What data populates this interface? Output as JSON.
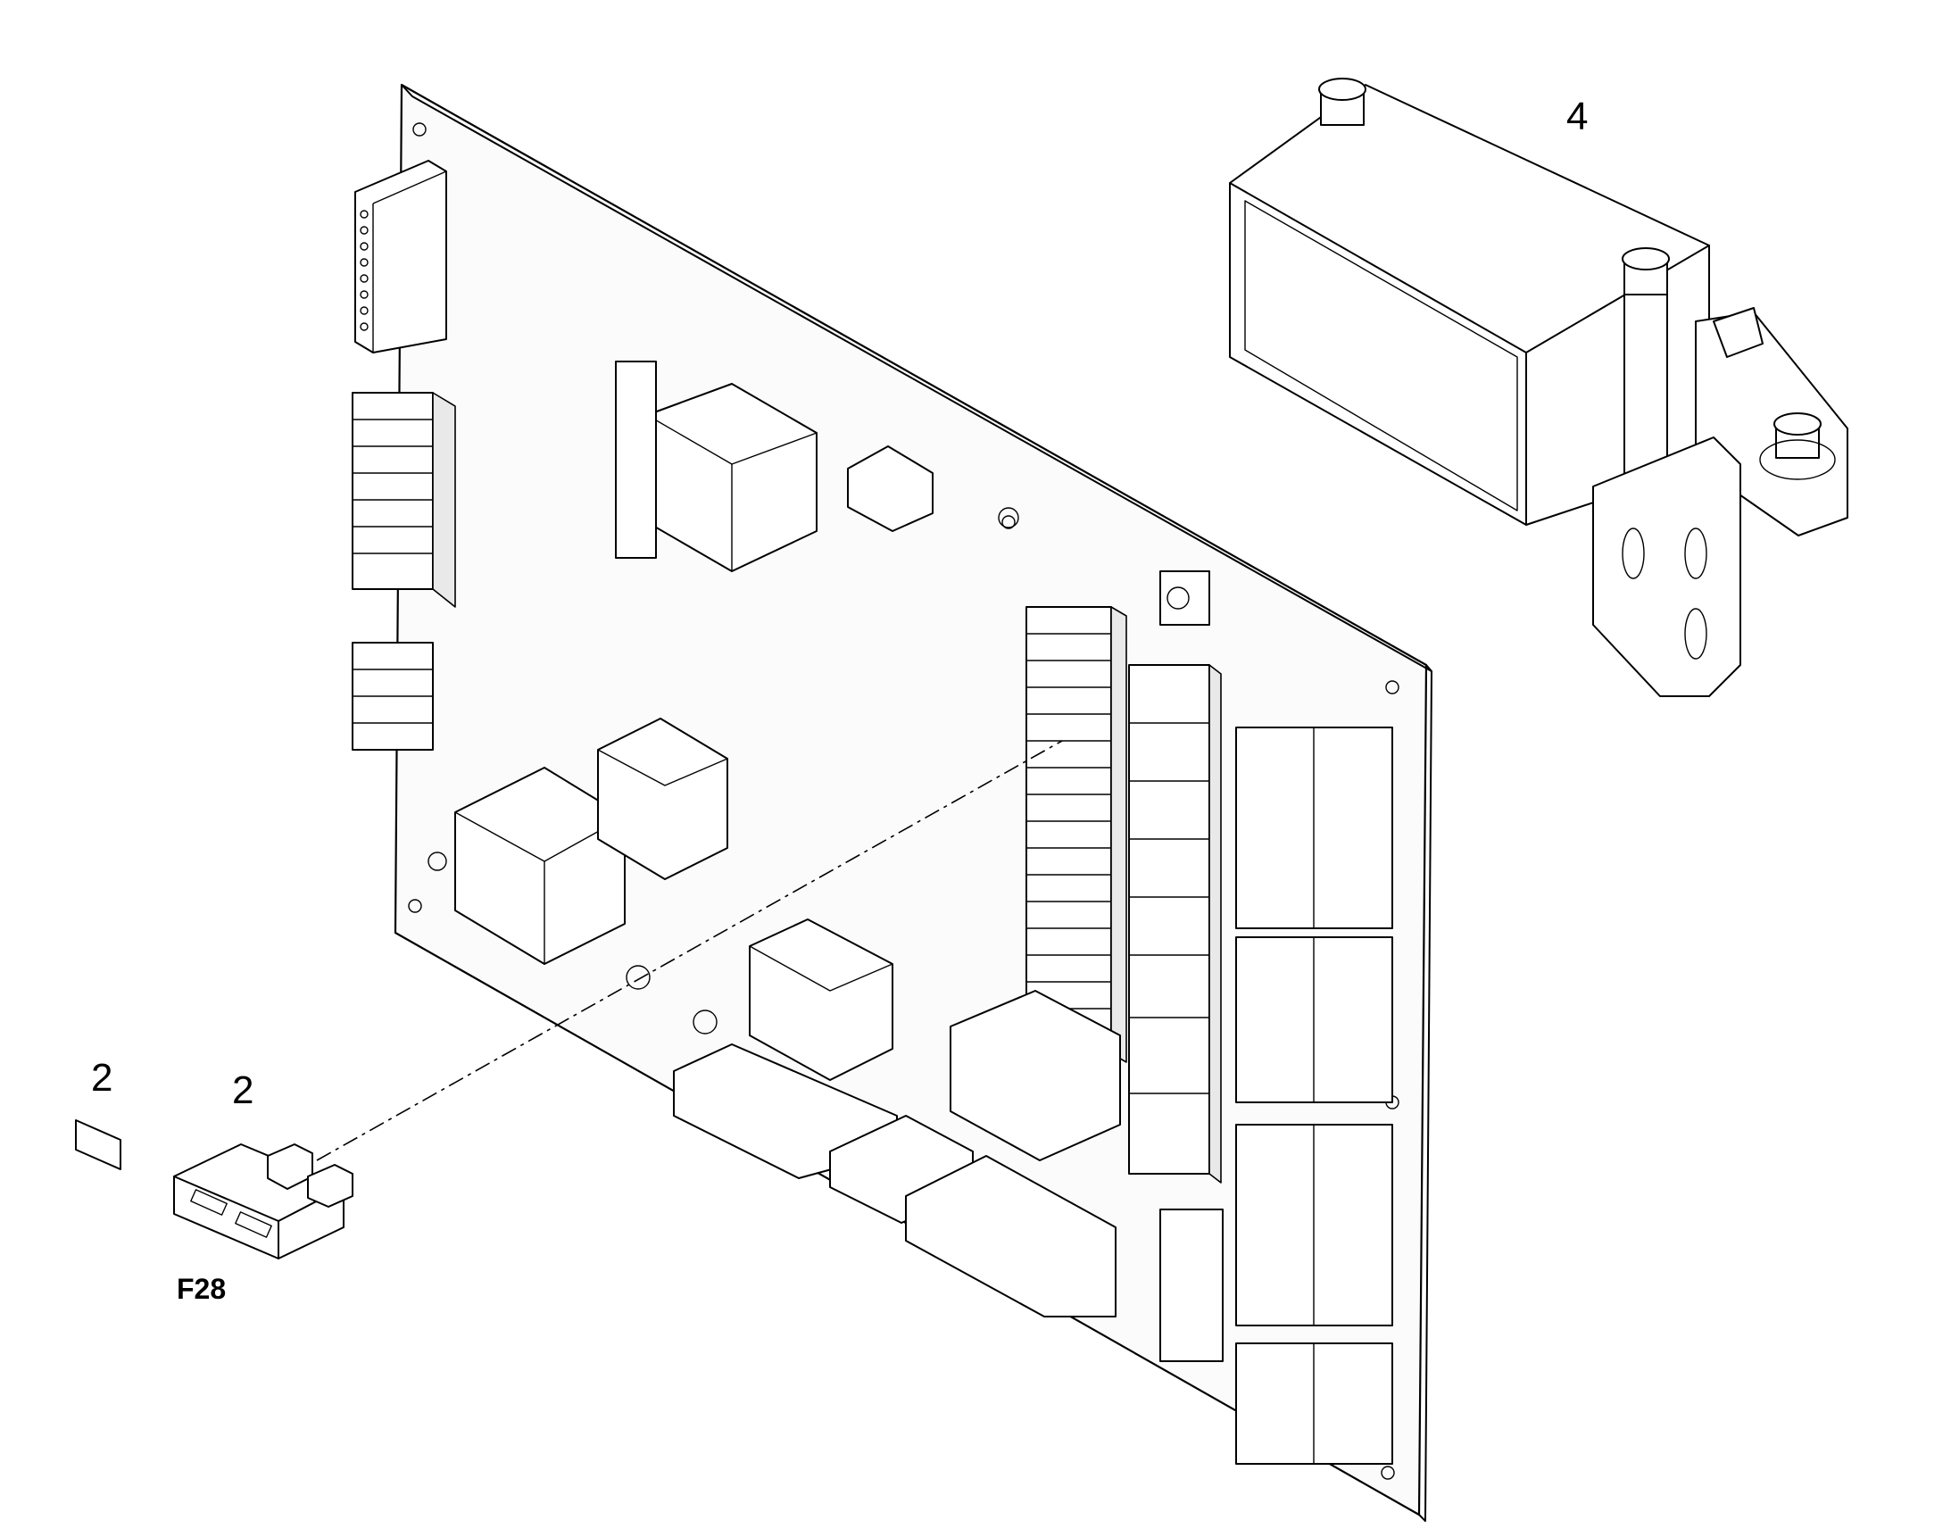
{
  "callouts": {
    "fuse_spare_qty": "2",
    "fuse_qty": "2",
    "relay_item": "4",
    "fuse_designation": "F28"
  },
  "colors": {
    "ink": "#000000",
    "paper": "#ffffff"
  }
}
